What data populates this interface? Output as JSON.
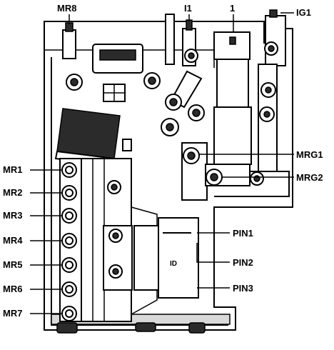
{
  "labels": {
    "mr8": "MR8",
    "i1": "I1",
    "one": "1",
    "ig1": "IG1",
    "mr1": "MR1",
    "mr2": "MR2",
    "mr3": "MR3",
    "mr4": "MR4",
    "mr5": "MR5",
    "mr6": "MR6",
    "mr7": "MR7",
    "mrg1": "MRG1",
    "mrg2": "MRG2",
    "pin1": "PIN1",
    "pin2": "PIN2",
    "pin3": "PIN3",
    "id_mark": "ID"
  }
}
